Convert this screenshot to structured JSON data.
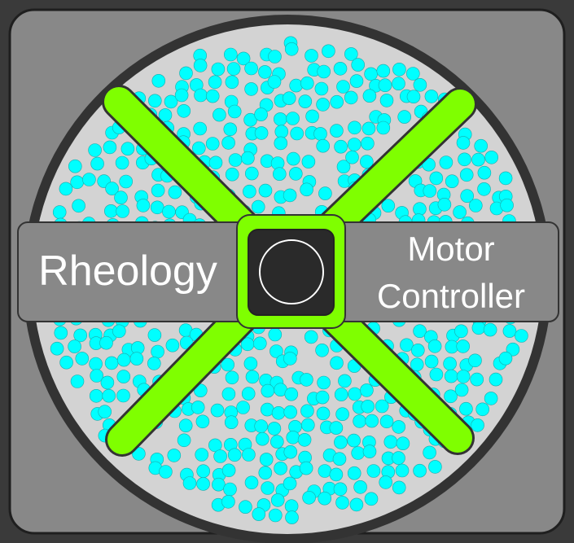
{
  "labels": {
    "left": "Rheology",
    "right_line1": "Motor",
    "right_line2": "Controller"
  },
  "colors": {
    "page_background": "#3a3a3a",
    "panel": "#888888",
    "disc_rim": "#333333",
    "disc_face": "#d3d3d3",
    "particles": "#00ffff",
    "arms": "#7fff00",
    "arm_outline": "#333333",
    "label_bar": "#888888",
    "label_text": "#ffffff",
    "hub": "#2a2a2a",
    "hub_ring": "#ffffff"
  },
  "icons": {
    "hub": "circle-icon"
  }
}
